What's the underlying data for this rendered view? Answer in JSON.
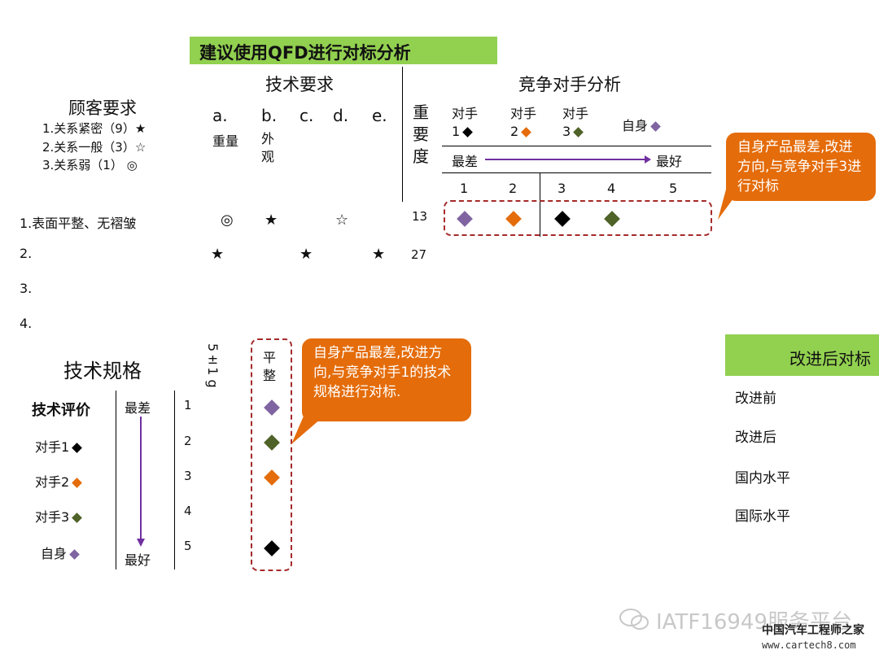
{
  "title": "建议使用QFD进行对标分析",
  "headers": {
    "tech_req": "技术要求",
    "competitor": "竞争对手分析",
    "customer_req": "顾客要求",
    "importance": [
      "重",
      "要",
      "度"
    ]
  },
  "relation_legend": [
    "1.关系紧密（9）★",
    "2.关系一般（3）☆",
    "3.关系弱（1） ◎"
  ],
  "tech_cols": [
    {
      "letter": "a.",
      "sub": "重量"
    },
    {
      "letter": "b.",
      "sub": "外\n观"
    },
    {
      "letter": "c.",
      "sub": ""
    },
    {
      "letter": "d.",
      "sub": ""
    },
    {
      "letter": "e.",
      "sub": ""
    }
  ],
  "competitors": {
    "c1": {
      "line1": "对手",
      "line2": "1"
    },
    "c2": {
      "line1": "对手",
      "line2": "2"
    },
    "c3": {
      "line1": "对手",
      "line2": "3"
    },
    "self": "自身"
  },
  "scale": {
    "worst": "最差",
    "best": "最好",
    "numbers": [
      "1",
      "2",
      "3",
      "4",
      "5"
    ]
  },
  "rows": [
    {
      "label": "1.表面平整、无褶皱",
      "importance": "13",
      "marks": {
        "a": "◎",
        "b": "★",
        "d": "☆"
      }
    },
    {
      "label": "2.",
      "importance": "27",
      "marks": {
        "a": "★",
        "c": "★",
        "e": "★"
      }
    },
    {
      "label": "3.",
      "importance": ""
    },
    {
      "label": "4.",
      "importance": ""
    }
  ],
  "row1_ratings": {
    "self": 1,
    "c2": 2,
    "c1": 3,
    "c3": 4
  },
  "callout_top": "自身产品最差,改进方向,与竞争对手3进行对标",
  "spec": {
    "title": "技术规格",
    "eval_title": "技术评价",
    "items": [
      "对手1",
      "对手2",
      "对手3",
      "自身"
    ],
    "worst": "最差",
    "best": "最好",
    "numbers": [
      "1",
      "2",
      "3",
      "4",
      "5"
    ],
    "spec_value": "5±1 g",
    "flat_label": [
      "平",
      "整"
    ]
  },
  "callout_bottom": "自身产品最差,改进方向,与竞争对手1的技术规格进行对标.",
  "improve": {
    "title": "改进后对标",
    "rows": [
      "改进前",
      "改进后",
      "国内水平",
      "国际水平"
    ]
  },
  "watermark": {
    "text": "IATF16949服务平台",
    "brand": "中国汽车工程师之家",
    "url": "www.cartech8.com"
  },
  "colors": {
    "purple": "#8064a2",
    "orange": "#e46c0a",
    "green": "#4f6228",
    "black": "#000000",
    "title_green": "#92d050",
    "dash_red": "#a52a2a"
  }
}
